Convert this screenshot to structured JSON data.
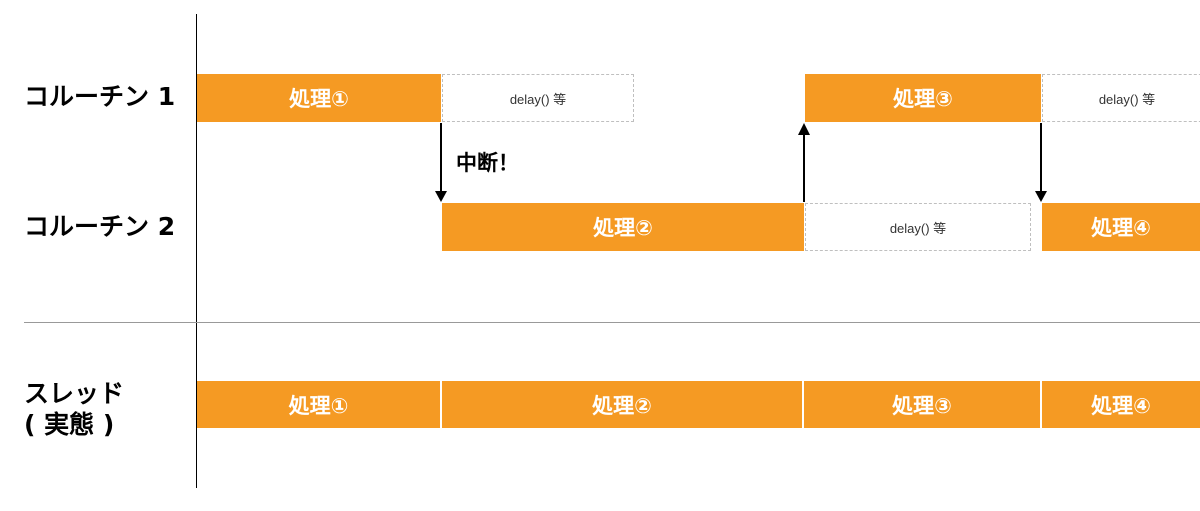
{
  "labels": {
    "coroutine1": "コルーチン 1",
    "coroutine2": "コルーチン 2",
    "thread_line1": "スレッド",
    "thread_line2": "( 実態 )"
  },
  "note": "中断！",
  "coroutine1": {
    "process1": "処理①",
    "delay1": "delay() 等",
    "process3": "処理③",
    "delay2": "delay() 等"
  },
  "coroutine2": {
    "process2": "処理②",
    "delay": "delay() 等",
    "process4": "処理④"
  },
  "thread": {
    "segments": [
      "処理①",
      "処理②",
      "処理③",
      "処理④"
    ]
  },
  "colors": {
    "process": "#f59a23",
    "delay_border": "#bfbfbf",
    "divider": "#999999"
  }
}
